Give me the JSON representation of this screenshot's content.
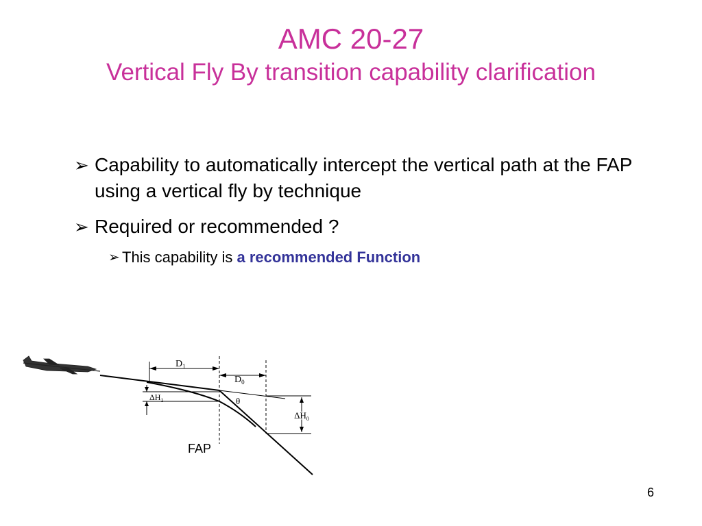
{
  "slide": {
    "title_line1": "AMC 20-27",
    "title_line2": "Vertical Fly By transition capability clarification",
    "bullets": [
      {
        "text": "Capability to automatically intercept the vertical path at the FAP using a vertical fly by technique"
      },
      {
        "text": "Required or recommended ?"
      }
    ],
    "sub_bullet": {
      "text": "This capability is ",
      "emphasis": "a recommended Function"
    },
    "bullet_icon": "arrow-bullet-icon",
    "colors": {
      "title": "#c8309a",
      "emphasis": "#333399"
    },
    "figure": {
      "labels": {
        "d1": "D",
        "d1_sub": "1",
        "d0": "D",
        "d0_sub": "0",
        "dh1": "ΔH",
        "dh1_sub": "1",
        "dh0": "ΔH",
        "dh0_sub": "0",
        "theta": "θ"
      },
      "fap_label": "FAP"
    },
    "page_number": "6"
  }
}
